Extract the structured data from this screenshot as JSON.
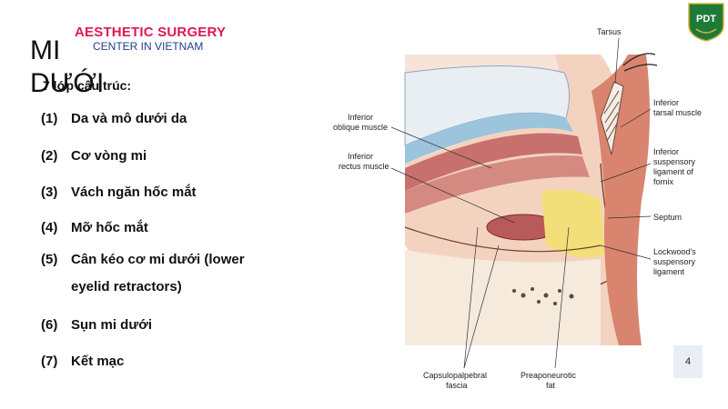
{
  "brand": {
    "line1": "AESTHETIC SURGERY",
    "line2": "CENTER IN VIETNAM"
  },
  "title": "MI DƯỚI",
  "subtitle": "7 lớp cấu trúc:",
  "items": [
    {
      "num": "(1)",
      "text": "Da và mô dưới da"
    },
    {
      "num": "(2)",
      "text": "Cơ vòng mi"
    },
    {
      "num": "(3)",
      "text": "Vách ngăn hốc mắt"
    },
    {
      "num": "(4)",
      "text": "Mỡ hốc mắt"
    },
    {
      "num": "(5)",
      "text": "Cân kéo cơ mi dưới (lower eyelid retractors)"
    },
    {
      "num": "(6)",
      "text": "Sụn mi dưới"
    },
    {
      "num": "(7)",
      "text": "Kết mạc"
    }
  ],
  "diagram": {
    "labels": {
      "tarsus": "Tarsus",
      "inferior_tarsal_1": "Inferior",
      "inferior_tarsal_2": "tarsal muscle",
      "inf_oblique_1": "Inferior",
      "inf_oblique_2": "oblique muscle",
      "inf_rectus_1": "Inferior",
      "inf_rectus_2": "rectus muscle",
      "susp_1": "Inferior",
      "susp_2": "suspensory",
      "susp_3": "ligament of",
      "susp_4": "fornix",
      "septum": "Septum",
      "lockwood_1": "Lockwood's",
      "lockwood_2": "suspensory",
      "lockwood_3": "ligament",
      "capsulo_1": "Capsulopalpebral",
      "capsulo_2": "fascia",
      "preapo_1": "Preaponeurotic",
      "preapo_2": "fat"
    }
  },
  "logo": {
    "text": "PDT"
  },
  "page_number": "4",
  "colors": {
    "brand_red": "#e0184f",
    "brand_blue": "#1d3f8a",
    "logo_green": "#1f7a3a",
    "logo_gold": "#d9b233"
  }
}
